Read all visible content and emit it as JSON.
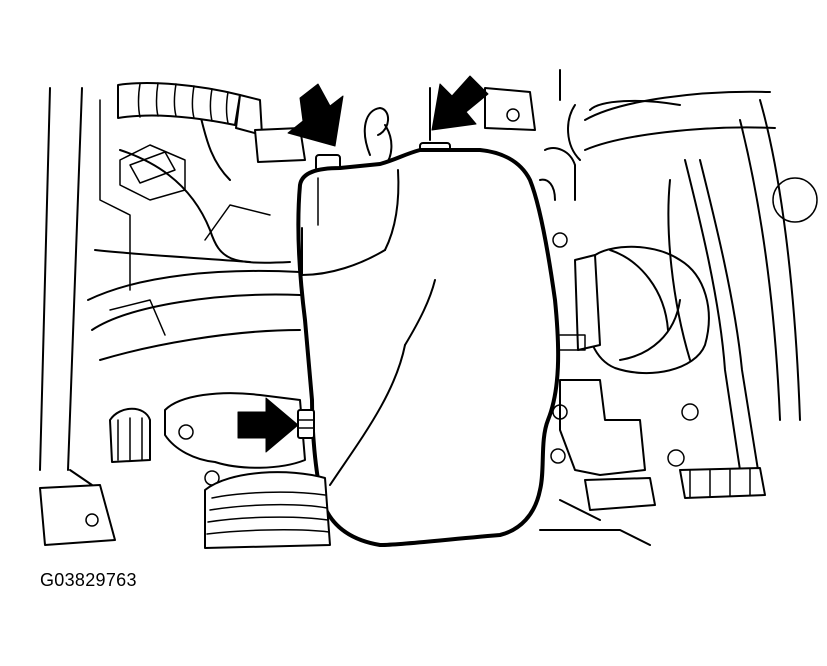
{
  "figure": {
    "id_label": "G03829763"
  },
  "callouts": [
    {
      "name": "upper-left-bolt-arrow",
      "direction": "down-right"
    },
    {
      "name": "upper-right-bolt-arrow",
      "direction": "down-left"
    },
    {
      "name": "lower-left-bolt-arrow",
      "direction": "right"
    }
  ],
  "colors": {
    "line": "#000000",
    "background": "#ffffff"
  }
}
